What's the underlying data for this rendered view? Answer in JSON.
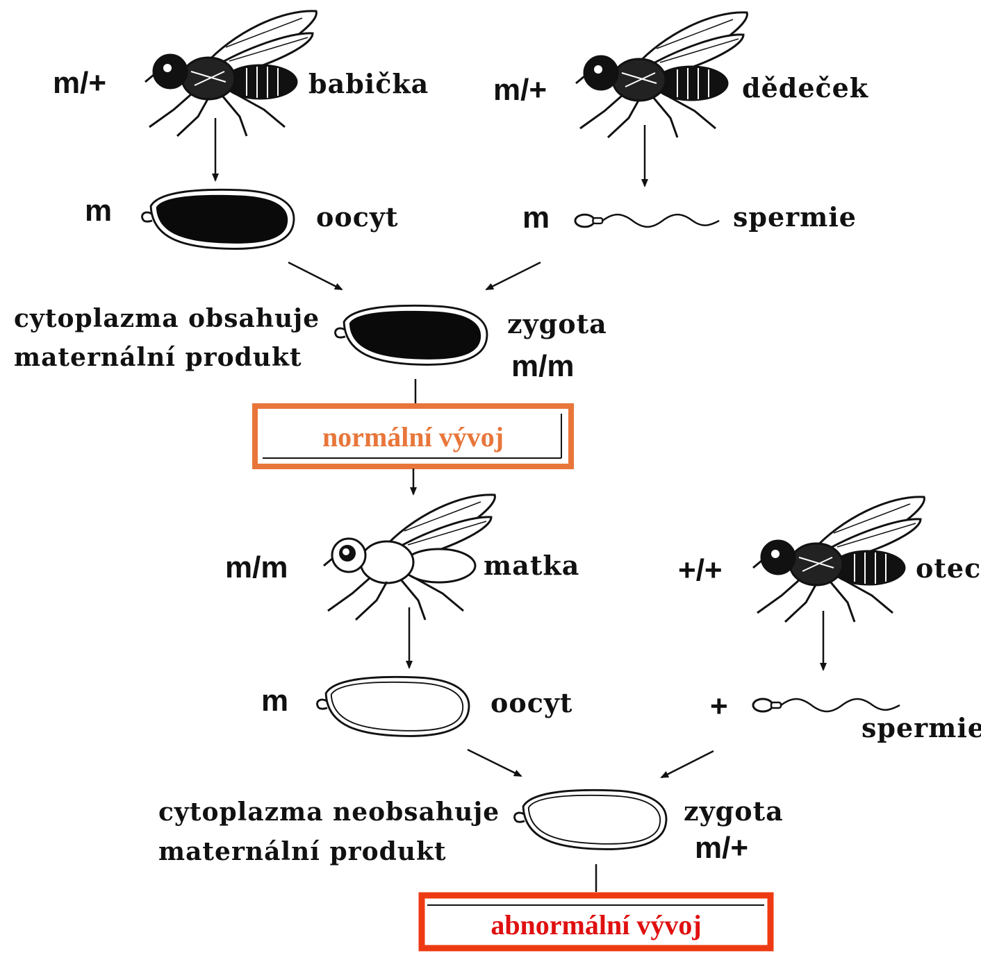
{
  "generation1": {
    "grandmother": {
      "genotype": "m/+",
      "label": "babička"
    },
    "grandfather": {
      "genotype": "m/+",
      "label": "dědeček"
    },
    "oocyte": {
      "allele": "m",
      "label": "oocyt"
    },
    "sperm": {
      "allele": "m",
      "label": "spermie"
    },
    "zygote": {
      "label": "zygota",
      "genotype": "m/m"
    },
    "cytoplasm_line1": "cytoplazma  obsahuje",
    "cytoplasm_line2": "maternální  produkt",
    "outcome": "normální vývoj"
  },
  "generation2": {
    "mother": {
      "genotype": "m/m",
      "label": "matka"
    },
    "father": {
      "genotype": "+/+",
      "label": "otec"
    },
    "oocyte": {
      "allele": "m",
      "label": "oocyt"
    },
    "sperm": {
      "allele": "+",
      "label": "spermie"
    },
    "zygote": {
      "label": "zygota",
      "genotype": "m/+"
    },
    "cytoplasm_line1": "cytoplazma  neobsahuje",
    "cytoplasm_line2": "maternální  produkt",
    "outcome": "abnormální vývoj"
  },
  "colors": {
    "normal_box": "#e8763a",
    "normal_text": "#e8763a",
    "abnormal_box": "#ee3a12",
    "abnormal_text": "#e01010",
    "ink": "#111111"
  },
  "icons": [
    "fly-icon",
    "oocyte-icon",
    "zygote-icon",
    "sperm-icon",
    "arrow-icon"
  ]
}
